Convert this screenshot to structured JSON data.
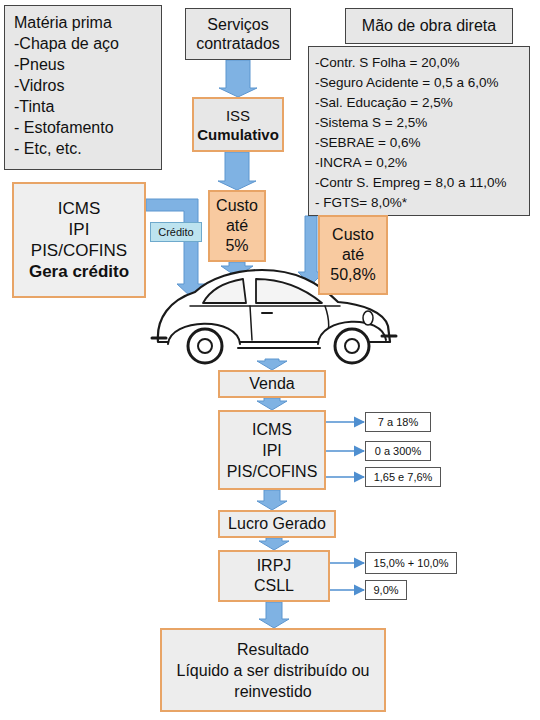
{
  "diagram": {
    "nodes": [
      {
        "text": [
          "Matéria prima",
          "-Chapa de aço",
          "-Pneus",
          "-Vidros",
          "-Tinta",
          "- Estofamento",
          "- Etc, etc."
        ]
      },
      {
        "text": [
          "Serviços contratados"
        ]
      },
      {
        "text": [
          "Mão de obra direta"
        ]
      },
      {
        "text": [
          "-Contr. S Folha = 20,0%",
          "-Seguro Acidente = 0,5 a 6,0%",
          "-Sal. Educação = 2,5%",
          "-Sistema S = 2,5%",
          "-SEBRAE = 0,6%",
          "-INCRA = 0,2%",
          "-Contr S. Empreg = 8,0 a 11,0%",
          "- FGTS= 8,0%*"
        ]
      },
      {
        "text": [
          "ISS",
          "Cumulativo"
        ]
      },
      {
        "text": [
          "Custo até 5%"
        ]
      },
      {
        "text": [
          "ICMS",
          "IPI",
          "PIS/COFINS",
          "Gera crédito"
        ]
      },
      {
        "text": [
          "Crédito"
        ]
      },
      {
        "text": [
          "Custo até 50,8%"
        ]
      },
      {
        "text": [
          "Venda"
        ]
      },
      {
        "text": [
          "ICMS",
          "IPI",
          "PIS/COFINS"
        ]
      },
      {
        "text": [
          "7 a 18%"
        ]
      },
      {
        "text": [
          "0 a 300%"
        ]
      },
      {
        "text": [
          "1,65 e 7,6%"
        ]
      },
      {
        "text": [
          "Lucro Gerado"
        ]
      },
      {
        "text": [
          "IRPJ",
          "CSLL"
        ]
      },
      {
        "text": [
          "15,0% + 10,0%"
        ]
      },
      {
        "text": [
          "9,0%"
        ]
      },
      {
        "text": [
          "Resultado",
          "Líquido a ser distribuído ou reinvestido"
        ]
      }
    ],
    "edges": [
      {
        "from": 1,
        "to": 4,
        "arrow": "to"
      },
      {
        "from": 4,
        "to": 5,
        "arrow": "to"
      },
      {
        "from": 9,
        "to": 10,
        "arrow": "to"
      },
      {
        "from": 10,
        "to": 11,
        "arrow": "to"
      },
      {
        "from": 10,
        "to": 12,
        "arrow": "to"
      },
      {
        "from": 10,
        "to": 13,
        "arrow": "to"
      },
      {
        "from": 10,
        "to": 14,
        "arrow": "to"
      },
      {
        "from": 14,
        "to": 15,
        "arrow": "to"
      },
      {
        "from": 15,
        "to": 16,
        "arrow": "to"
      },
      {
        "from": 15,
        "to": 17,
        "arrow": "to"
      },
      {
        "from": 15,
        "to": 18,
        "arrow": "to"
      }
    ]
  }
}
